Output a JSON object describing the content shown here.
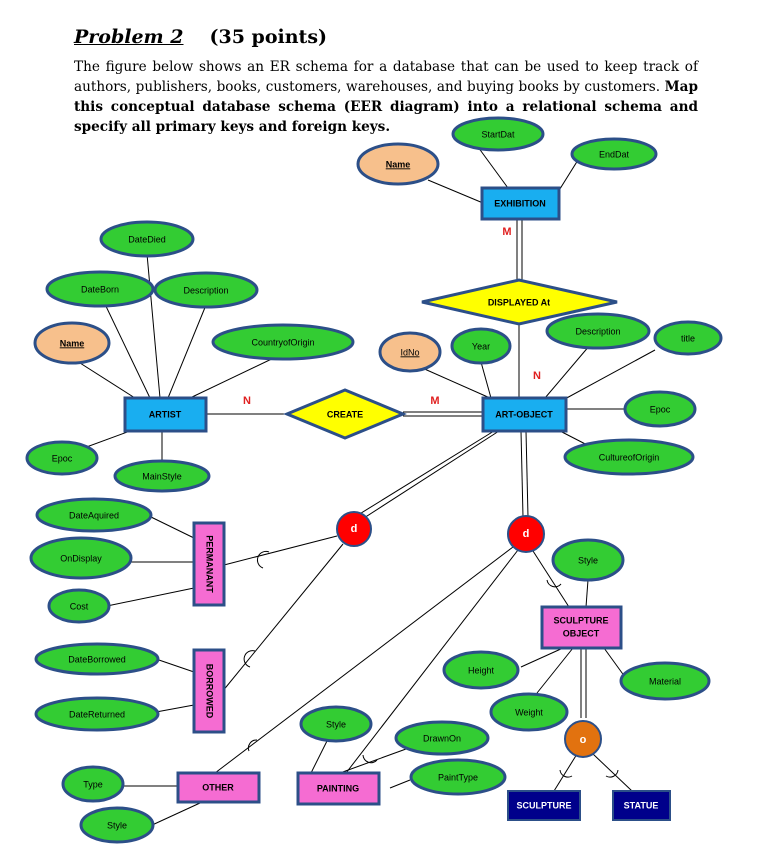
{
  "header": {
    "problem_title": "Problem 2",
    "points": "(35 points)"
  },
  "intro": {
    "text_plain": "The figure below shows an ER schema for a database that can be used to keep track of authors, publishers, books, customers, warehouses, and buying books by customers.",
    "text_bold": "Map this conceptual database schema (EER diagram) into a relational schema and specify all primary keys and foreign keys."
  },
  "colors": {
    "entity_blue": "#19aef0",
    "entity_pink": "#f56cd2",
    "entity_navy": "#00008b",
    "attr_green": "#33cc33",
    "attr_key": "#f7c08c",
    "ellipse_border": "#2c4f88",
    "relationship_yellow": "#ffff00",
    "disjoint_red": "#ff0000",
    "overlap_orange": "#e2720f",
    "cardinality_red": "#e02020"
  },
  "entities": {
    "exhibition": "EXHIBITION",
    "artist": "ARTIST",
    "art_object": "ART-OBJECT",
    "permanent": "PERMANANT",
    "borrowed": "BORROWED",
    "sculpture_object_line1": "SCULPTURE",
    "sculpture_object_line2": "OBJECT",
    "other": "OTHER",
    "painting": "PAINTING",
    "sculpture": "SCULPTURE",
    "statue": "STATUE"
  },
  "relationships": {
    "displayed_at": "DISPLAYED At",
    "create": "CREATE"
  },
  "attributes": {
    "exhibition_name": "Name",
    "start_dat": "StartDat",
    "end_dat": "EndDat",
    "date_died": "DateDied",
    "date_born": "DateBorn",
    "description_artist": "Description",
    "artist_name": "Name",
    "country_of_origin": "CountryofOrigin",
    "epoc_artist": "Epoc",
    "main_style": "MainStyle",
    "id_no": "IdNo",
    "year": "Year",
    "description_object": "Description",
    "title": "title",
    "epoc_object": "Epoc",
    "culture_of_origin": "CultureofOrigin",
    "date_aquired": "DateAquired",
    "on_display": "OnDisplay",
    "cost": "Cost",
    "date_borrowed": "DateBorrowed",
    "date_returned": "DateReturned",
    "style_sculpture": "Style",
    "height": "Height",
    "weight": "Weight",
    "material": "Material",
    "style_painting": "Style",
    "drawn_on": "DrawnOn",
    "paint_type": "PaintType",
    "type_other": "Type",
    "style_other": "Style"
  },
  "cardinalities": {
    "exhibition_displayed": "M",
    "art_object_displayed": "N",
    "artist_create": "N",
    "art_object_create": "M"
  },
  "specializations": {
    "disjoint_1": "d",
    "disjoint_2": "d",
    "overlap": "o"
  }
}
